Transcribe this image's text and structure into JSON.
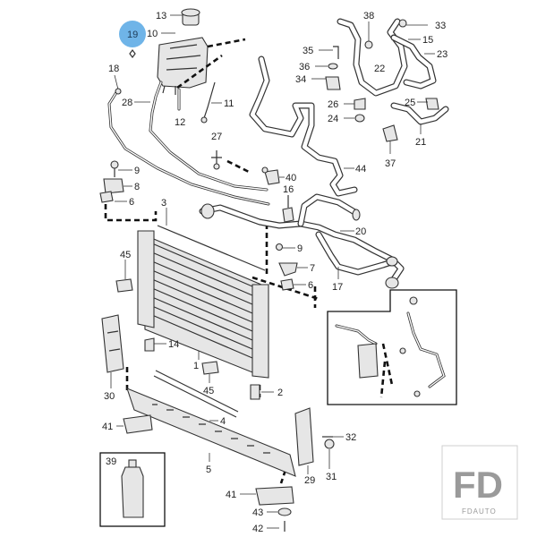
{
  "highlight": {
    "label": "19",
    "color": "#6fb4e8"
  },
  "callouts": [
    "13",
    "10",
    "18",
    "28",
    "12",
    "11",
    "27",
    "9",
    "8",
    "6",
    "3",
    "40",
    "16",
    "44",
    "20",
    "9",
    "7",
    "6",
    "17",
    "45",
    "14",
    "1",
    "45",
    "2",
    "4",
    "5",
    "30",
    "41",
    "39",
    "41",
    "43",
    "42",
    "29",
    "31",
    "32",
    "38",
    "33",
    "15",
    "23",
    "35",
    "36",
    "34",
    "22",
    "26",
    "24",
    "25",
    "21",
    "37"
  ],
  "bottle_box": {
    "label": "39"
  },
  "logo": {
    "text": "FD",
    "subtext": "FDAUTO"
  }
}
